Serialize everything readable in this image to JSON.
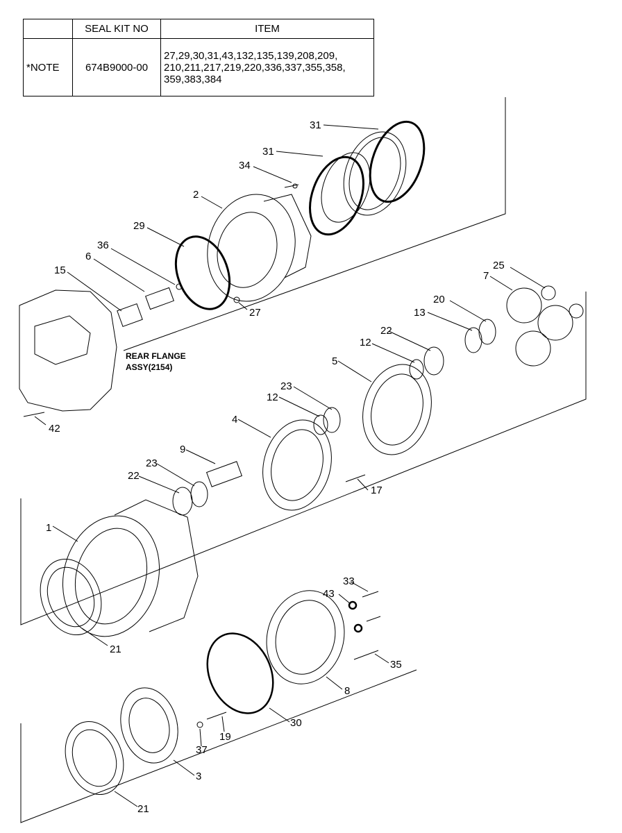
{
  "table": {
    "headers": [
      "",
      "SEAL KIT NO",
      "ITEM"
    ],
    "row": {
      "note": "*NOTE",
      "kit_no": "674B9000-00",
      "items_lines": [
        "27,29,30,31,43,132,135,139,208,209,",
        "210,211,217,219,220,336,337,355,358,",
        "359,383,384"
      ]
    }
  },
  "callouts": [
    "31",
    "31",
    "34",
    "2",
    "29",
    "36",
    "6",
    "15",
    "27",
    "42",
    "25",
    "7",
    "20",
    "13",
    "22",
    "12",
    "5",
    "23",
    "12",
    "4",
    "9",
    "23",
    "22",
    "1",
    "17",
    "21",
    "33",
    "43",
    "35",
    "8",
    "30",
    "21",
    "37",
    "19",
    "3"
  ],
  "rear_flange_label": [
    "REAR FLANGE",
    "ASSY(2154)"
  ]
}
